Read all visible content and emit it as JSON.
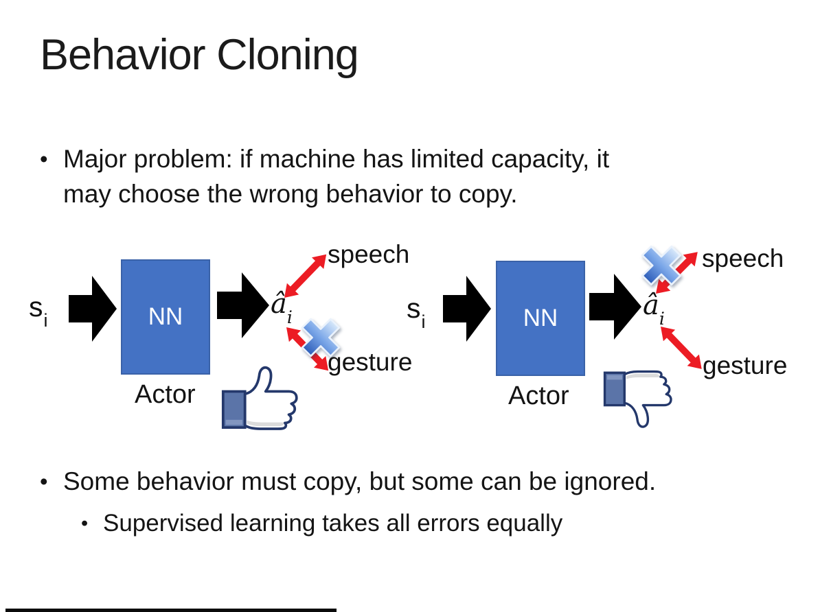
{
  "title": "Behavior Cloning",
  "bullets": {
    "marker": "•",
    "b1_line1": "Major problem: if machine has limited capacity, it",
    "b1_line2": "may choose the wrong behavior to copy.",
    "b2": "Some behavior must copy, but some can be ignored.",
    "b3": "Supervised learning takes all errors equally"
  },
  "left": {
    "input_base": "s",
    "input_sub": "i",
    "nn_label": "NN",
    "output_base": "â",
    "output_sub": "i",
    "speech_label": "speech",
    "gesture_label": "gesture",
    "actor_label": "Actor",
    "crossed_action": "gesture",
    "feedback_icon": "thumbs-up-icon"
  },
  "right": {
    "input_base": "s",
    "input_sub": "i",
    "nn_label": "NN",
    "output_base": "â",
    "output_sub": "i",
    "speech_label": "speech",
    "gesture_label": "gesture",
    "actor_label": "Actor",
    "crossed_action": "speech",
    "feedback_icon": "thumbs-down-icon"
  },
  "colors": {
    "nn_box_fill": "#4472C4",
    "nn_box_border": "#3A62A8",
    "arrow_black": "#000000",
    "arrow_red": "#EC1C24",
    "cross_blue_light": "#D9E9FA",
    "cross_blue_dark": "#2C5CB8",
    "thumb_outline": "#24386B",
    "thumb_cuff": "#5B74A8",
    "text": "#131313"
  }
}
